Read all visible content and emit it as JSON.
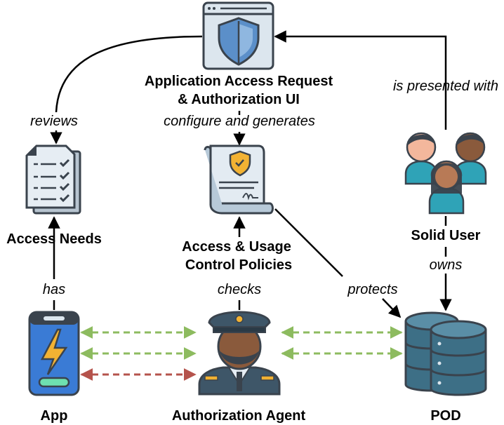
{
  "nodes": {
    "ui_title_line1": "Application Access Request",
    "ui_title_line2": "& Authorization UI",
    "access_needs": "Access Needs",
    "policies_line1": "Access & Usage",
    "policies_line2": "Control Policies",
    "solid_user": "Solid User",
    "app": "App",
    "agent": "Authorization Agent",
    "pod": "POD"
  },
  "edges": {
    "reviews": "reviews",
    "configure": "configure and generates",
    "presented": "is presented with",
    "has": "has",
    "checks": "checks",
    "protects": "protects",
    "owns": "owns"
  },
  "colors": {
    "green_arrow": "#8dbb5f",
    "red_arrow": "#b5534c",
    "icon_outline": "#3a434d",
    "icon_light": "#dce6ee",
    "pod_teal": "#3d6f86",
    "user_teal": "#2fa3b7",
    "shield_blue": "#5b8fc9",
    "gold": "#f2b233"
  },
  "icons": [
    "shield-browser-icon",
    "checklist-document-icon",
    "policy-certificate-icon",
    "users-group-icon",
    "phone-app-icon",
    "security-guard-icon",
    "database-icon"
  ]
}
